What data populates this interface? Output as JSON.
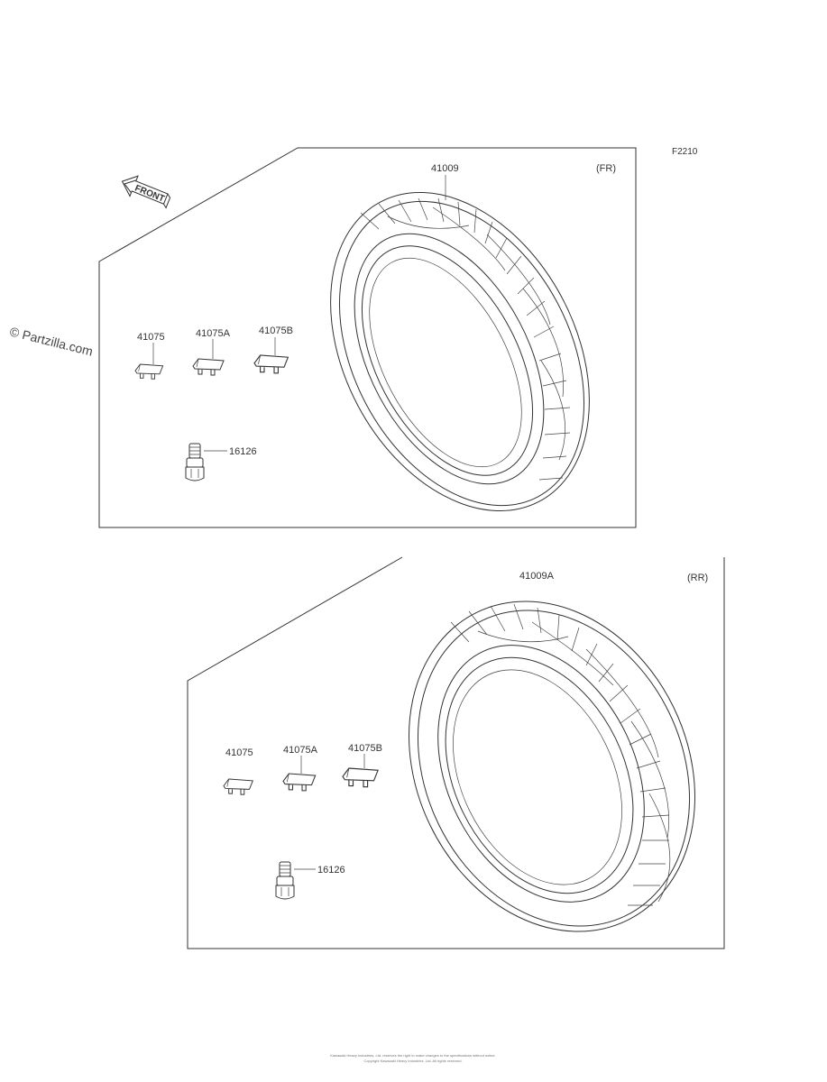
{
  "diagram_code": "F2210",
  "watermark": "© Partzilla.com",
  "front_arrow_text": "FRONT",
  "front_section": {
    "position_label": "(FR)",
    "tire_part": "41009",
    "weights": [
      "41075",
      "41075A",
      "41075B"
    ],
    "valve_part": "16126"
  },
  "rear_section": {
    "position_label": "(RR)",
    "tire_part": "41009A",
    "weights": [
      "41075",
      "41075A",
      "41075B"
    ],
    "valve_part": "16126"
  },
  "footer_lines": [
    "Kawasaki Heavy Industries, Ltd. reserves the right to make changes to the specifications without notice.",
    "Copyright Kawasaki Heavy Industries, Ltd. All rights reserved."
  ]
}
